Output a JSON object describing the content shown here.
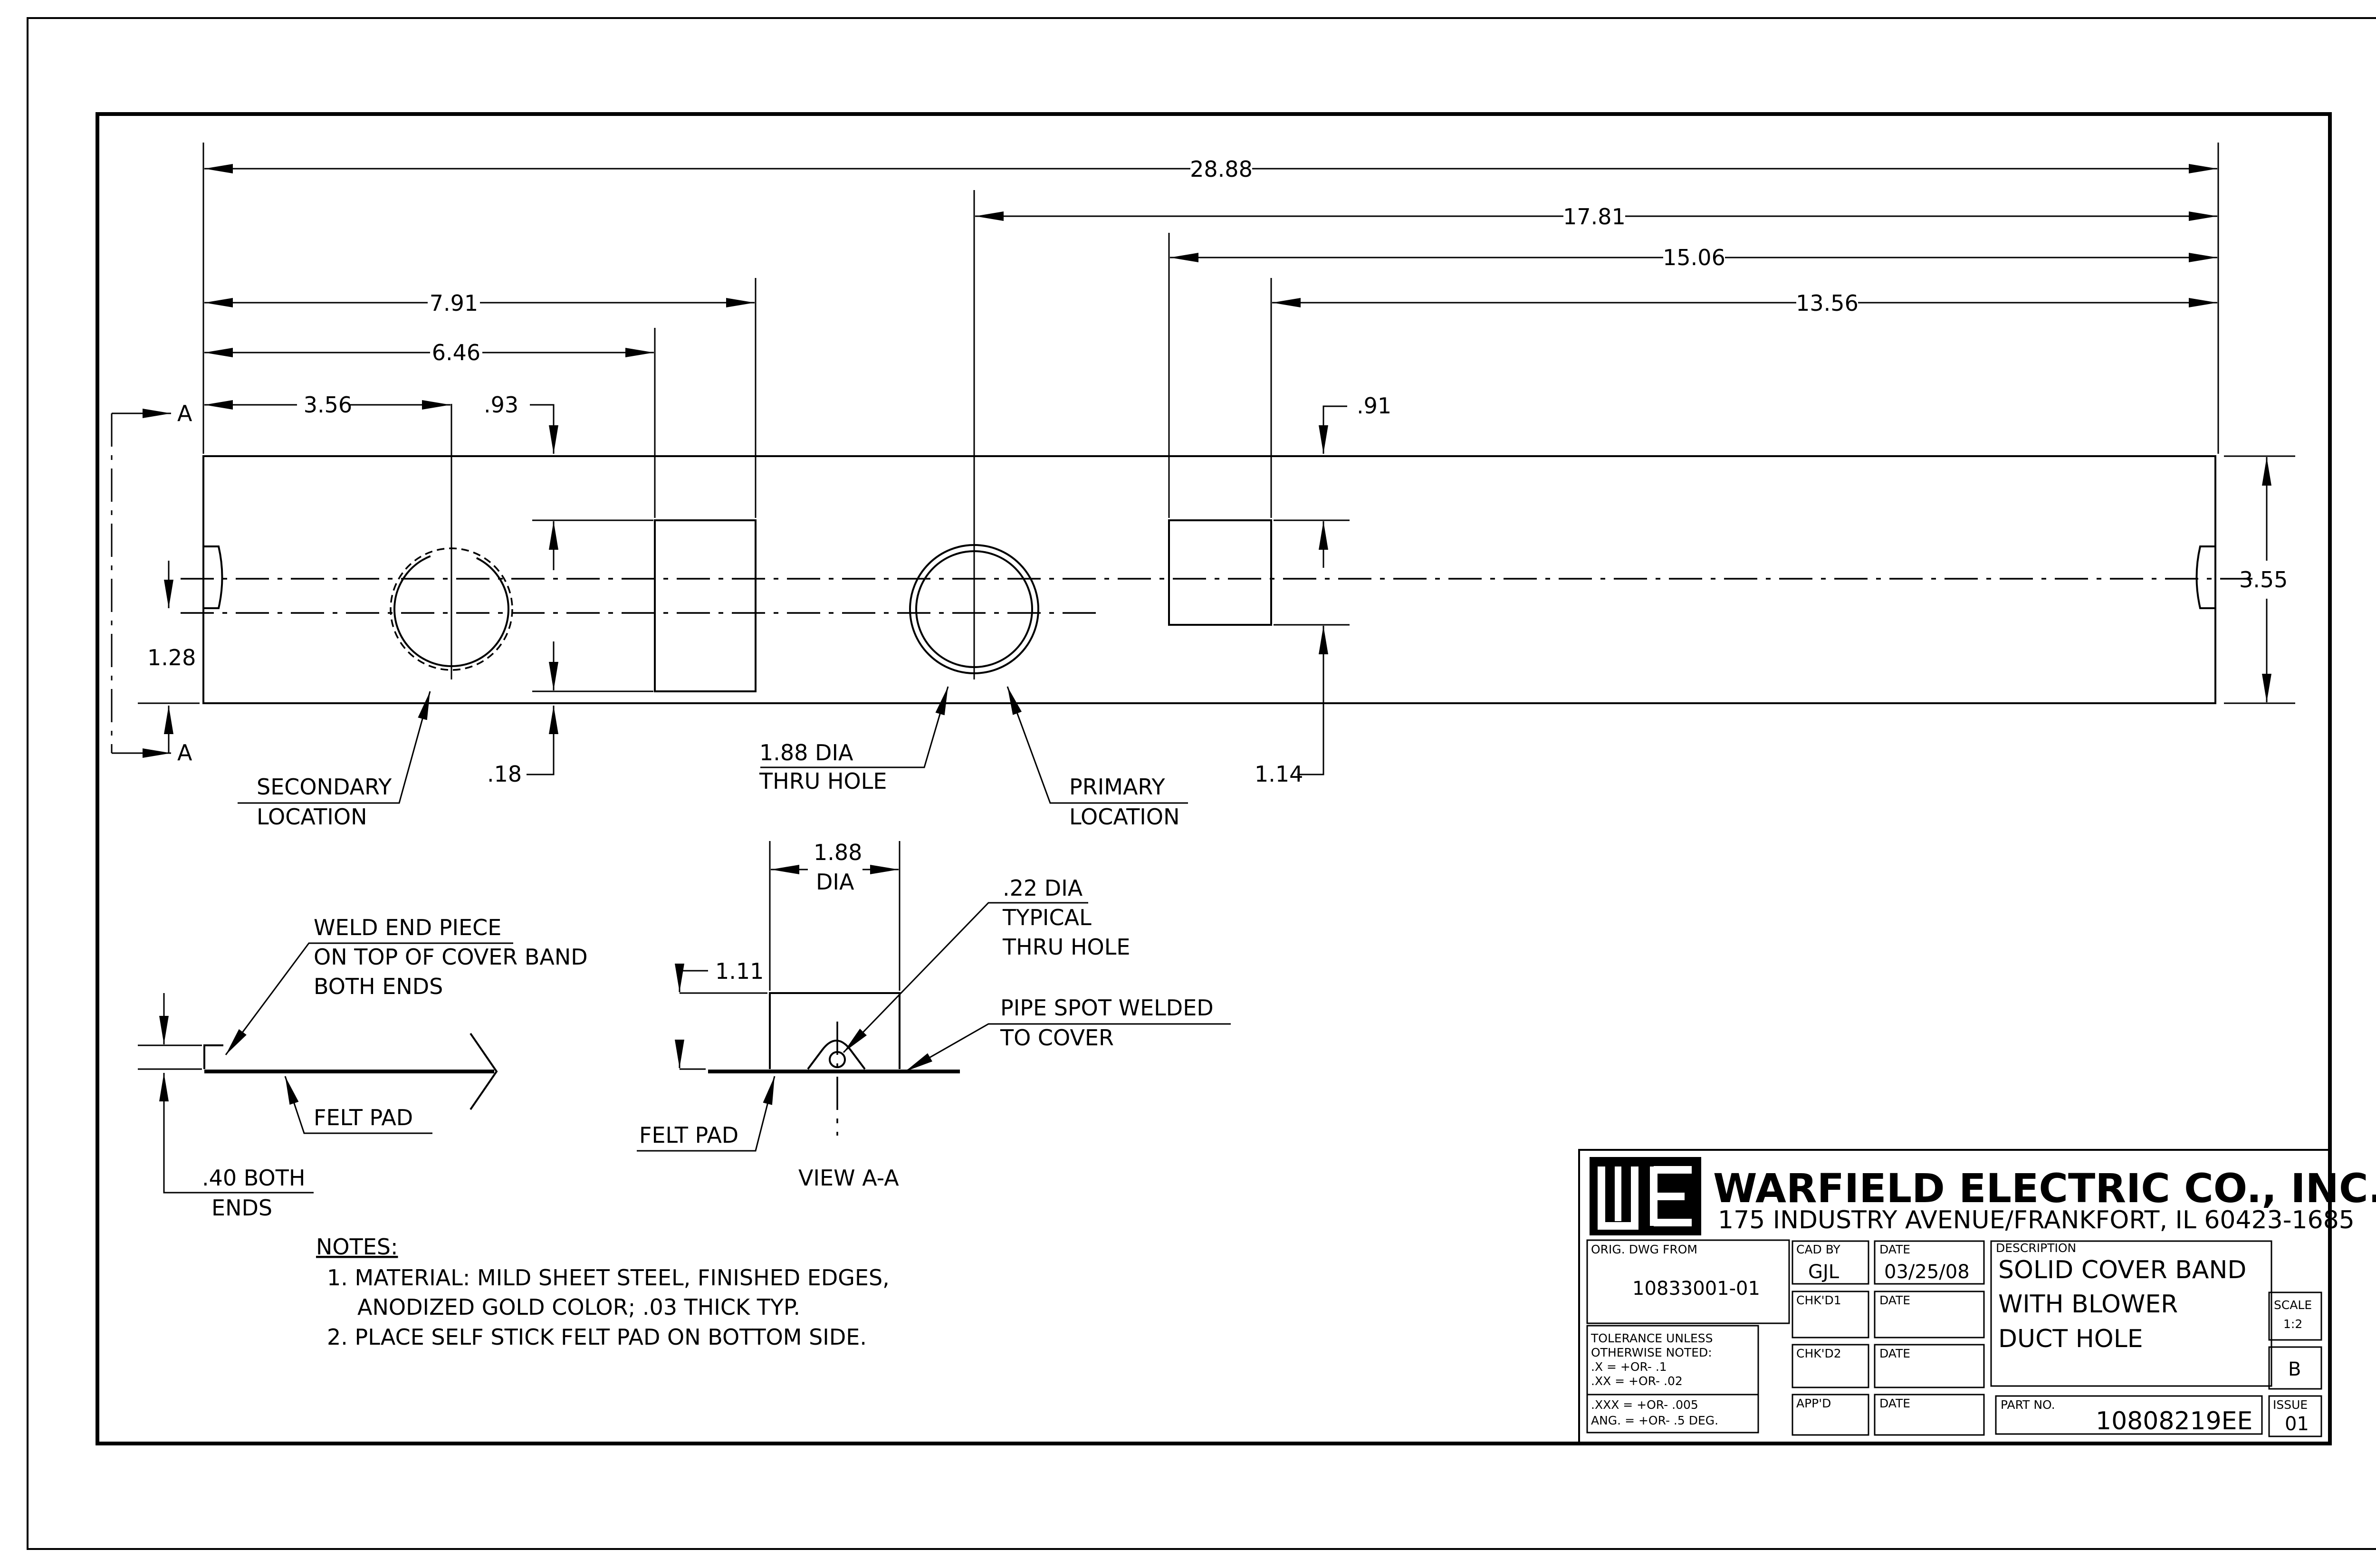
{
  "dimensions": {
    "overall_length": "28.88",
    "d1781": "17.81",
    "d1506": "15.06",
    "d1356": "13.56",
    "d791": "7.91",
    "d646": "6.46",
    "d356": "3.56",
    "d093": ".93",
    "d091": ".91",
    "d128": "1.28",
    "d018": ".18",
    "d114": "1.14",
    "d355": "3.55",
    "d188": "1.88",
    "d188_dia": "DIA",
    "d111": "1.11"
  },
  "section_marks": {
    "top": "A",
    "bottom": "A"
  },
  "callouts": {
    "secondary_line1": "SECONDARY",
    "secondary_line2": "LOCATION",
    "hole_line1": "1.88 DIA",
    "hole_line2": "THRU HOLE",
    "primary_line1": "PRIMARY",
    "primary_line2": "LOCATION",
    "weld_line1": "WELD END PIECE",
    "weld_line2": "ON TOP OF COVER BAND",
    "weld_line3": "BOTH ENDS",
    "felt_pad_left": "FELT PAD",
    "both_ends_line1": ".40 BOTH",
    "both_ends_line2": "ENDS",
    "small_hole_line1": ".22 DIA",
    "small_hole_line2": "TYPICAL",
    "small_hole_line3": "THRU HOLE",
    "pipe_line1": "PIPE SPOT WELDED",
    "pipe_line2": "TO COVER",
    "felt_pad_section": "FELT PAD",
    "view_label": "VIEW A-A"
  },
  "notes": {
    "heading": "NOTES:",
    "line1": "1. MATERIAL: MILD SHEET STEEL, FINISHED EDGES,",
    "line2": "ANODIZED GOLD COLOR; .03 THICK TYP.",
    "line3": "2. PLACE SELF STICK FELT PAD ON BOTTOM SIDE."
  },
  "title_block": {
    "company": "WARFIELD ELECTRIC CO., INC.",
    "address": "175 INDUSTRY AVENUE/FRANKFORT, IL 60423-1685",
    "orig_dwg_label": "ORIG. DWG FROM",
    "orig_dwg_value": "10833001-01",
    "cad_by_label": "CAD BY",
    "cad_by_value": "GJL",
    "date_label": "DATE",
    "date_value": "03/25/08",
    "chkd1_label": "CHK'D1",
    "chkd2_label": "CHK'D2",
    "appd_label": "APP'D",
    "description_label": "DESCRIPTION",
    "description_line1": "SOLID COVER BAND",
    "description_line2": "WITH BLOWER",
    "description_line3": "DUCT HOLE",
    "scale_label": "SCALE",
    "scale_value": "1:2",
    "size_value": "B",
    "tolerance_line1": "TOLERANCE UNLESS",
    "tolerance_line2": "OTHERWISE NOTED:",
    "tolerance_line3": ".X    = +OR- .1",
    "tolerance_line4": ".XX   = +OR- .02",
    "tolerance_line5": ".XXX  = +OR- .005",
    "tolerance_line6": "ANG. = +OR- .5 DEG.",
    "part_no_label": "PART NO.",
    "part_no_value": "10808219EE",
    "issue_label": "ISSUE",
    "issue_value": "01"
  }
}
